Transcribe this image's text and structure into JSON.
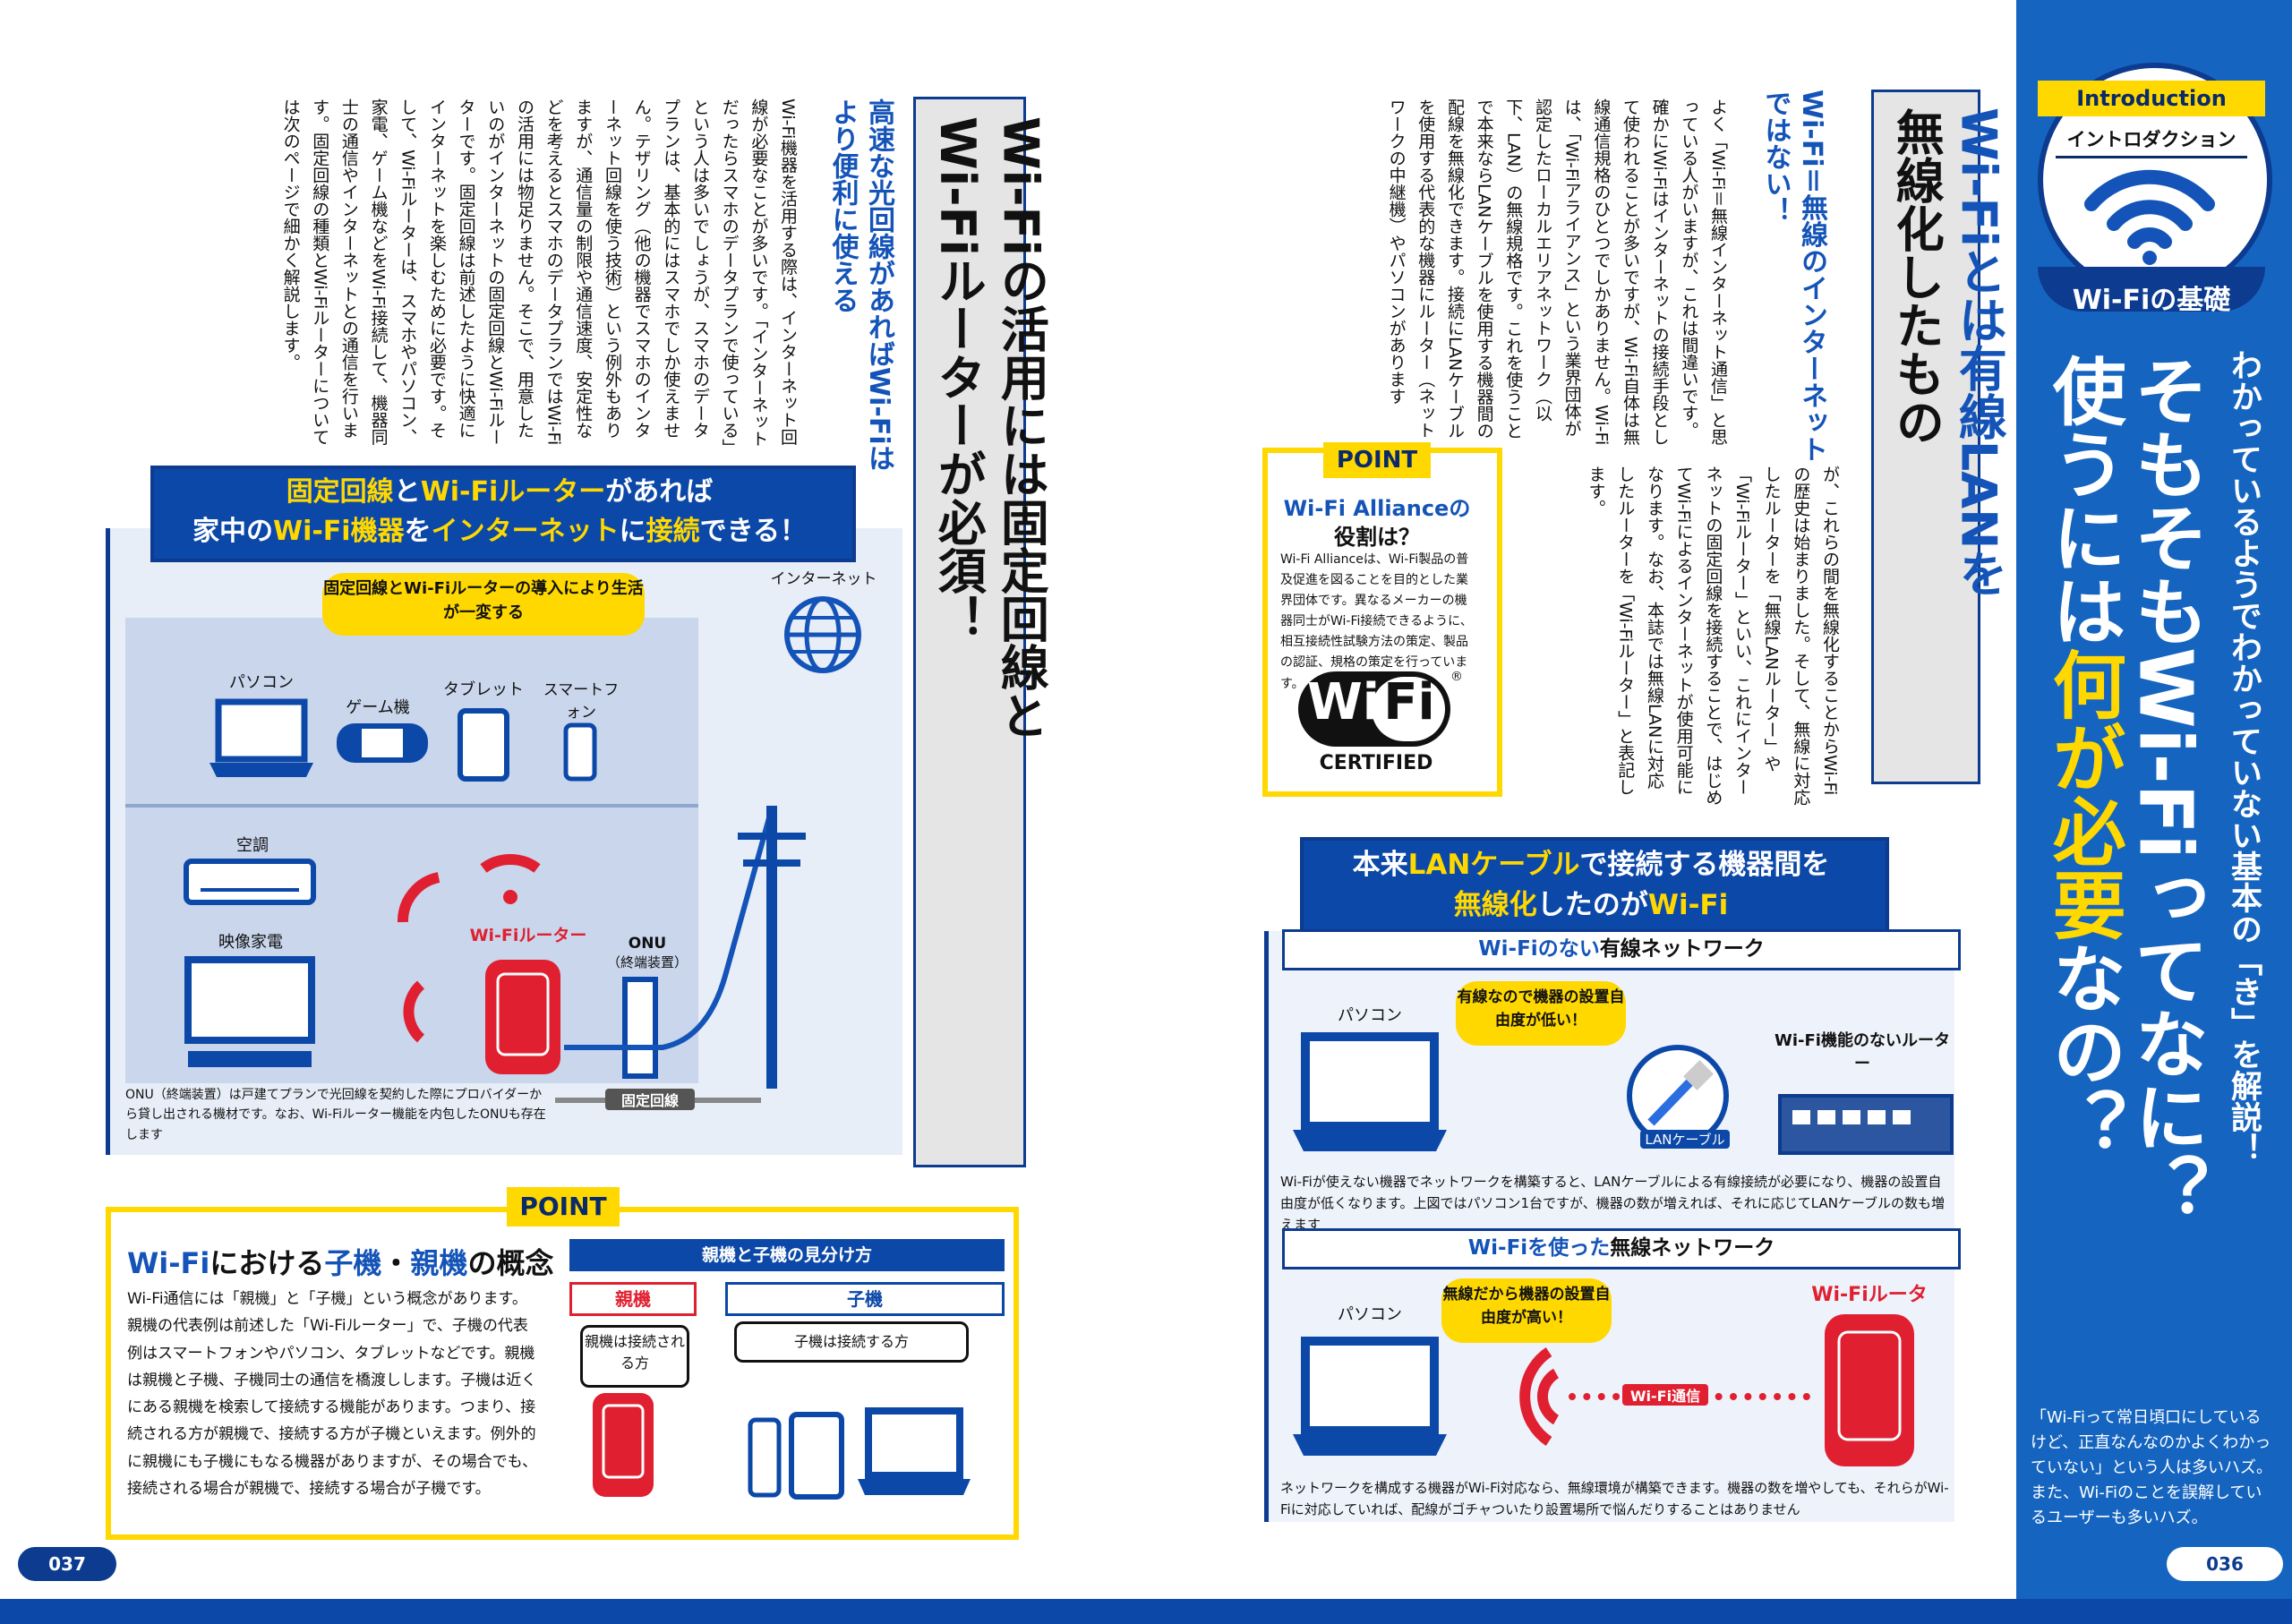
{
  "sidebar": {
    "intro_ribbon": "Introduction",
    "intro_sub": "イントロダクション",
    "badge_label": "Wi-Fiの基礎",
    "hero_sub": "わかっているようでわかっていない基本の「き」を解説！",
    "hero_line1": "そもそもWi-Fiってなに？",
    "hero_line2a": "使うには",
    "hero_line2b": "何が必要",
    "hero_line2c": "なの？",
    "note": "「Wi-Fiって常日頃口にしているけど、正直なんなのかよくわかっていない」という人は多いハズ。また、Wi-Fiのことを誤解しているユーザーも多いハズ。",
    "page_number": "036"
  },
  "right_page": {
    "heading_a": "Wi-Fiとは",
    "heading_b": "有線LANを",
    "heading_c": "無線化したもの",
    "sub_heading": "Wi-Fi＝無線のインターネットではない！",
    "body1": "よく「Wi-Fi＝無線インターネット通信」と思っている人がいますが、これは間違いです。確かにWi-Fiはインターネットの接続手段として使われることが多いですが、Wi-Fi自体は無線通信規格のひとつでしかありません。Wi-Fiは、「Wi-Fiアライアンス」という業界団体が認定したローカルエリアネットワーク（以下、LAN）の無線規格です。これを使うことで本来ならLANケーブルを使用する機器間の配線を無線化できます。接続にLANケーブルを使用する代表的な機器にルーター（ネットワークの中継機）やパソコンがあります",
    "body2": "が、これらの間を無線化することからWi-Fiの歴史は始まりました。そして、無線に対応したルーターを「無線LANルーター」や「Wi-Fiルーター」といい、これにインターネットの固定回線を接続することで、はじめてWi-Fiによるインターネットが使用可能になります。なお、本誌では無線LANに対応したルーターを「Wi-Fiルーター」と表記します。",
    "point": {
      "tag": "POINT",
      "title_a": "Wi-Fi Allianceの",
      "title_b": "役割は？",
      "text": "Wi-Fi Allianceは、Wi-Fi製品の普及促進を図ることを目的とした業界団体です。異なるメーカーの機器同士がWi-Fi接続できるように、相互接続性試験方法の策定、製品の認証、規格の策定を行っています。",
      "logo_wi": "Wi",
      "logo_fi": "Fi",
      "logo_reg": "®",
      "logo_certified": "CERTIFIED"
    },
    "diagram": {
      "head_line1a": "本来",
      "head_line1b": "LANケーブル",
      "head_line1c": "で接続する機器間を",
      "head_line2a": "無線化",
      "head_line2b": "したのが",
      "head_line2c": "Wi-Fi",
      "wired_title_a": "Wi-Fiのない",
      "wired_title_b": "有線ネットワーク",
      "pc_label": "パソコン",
      "wired_bubble": "有線なので機器の設置自由度が低い！",
      "router_label": "Wi-Fi機能のないルーター",
      "lan_label": "LANケーブル",
      "wired_caption": "Wi-Fiが使えない機器でネットワークを構築すると、LANケーブルによる有線接続が必要になり、機器の設置自由度が低くなります。上図ではパソコン1台ですが、機器の数が増えれば、それに応じてLANケーブルの数も増えます",
      "wireless_title_a": "Wi-Fiを使った",
      "wireless_title_b": "無線ネットワーク",
      "pc_label2": "パソコン",
      "wireless_bubble": "無線だから機器の設置自由度が高い！",
      "wifi_router_label": "Wi-Fiルーター",
      "wifi_signal_label": "Wi-Fi通信",
      "wireless_caption": "ネットワークを構成する機器がWi-Fi対応なら、無線環境が構築できます。機器の数を増やしても、それらがWi-Fiに対応していれば、配線がゴチャついたり設置場所で悩んだりすることはありません"
    }
  },
  "left_page": {
    "heading_a": "Wi-Fiの活用には固定回線と",
    "heading_b": "Wi-Fiルーターが必須！",
    "sub_heading": "高速な光回線があればWi-Fiはより便利に使える",
    "body": "Wi-Fi機器を活用する際は、インターネット回線が必要なことが多いです。「インターネットだったらスマホのデータプランで使っている」という人は多いでしょうが、スマホのデータプランは、基本的にはスマホでしか使えません。テザリング（他の機器でスマホのインターネット回線を使う技術）という例外もありますが、通信量の制限や通信速度、安定性などを考えるとスマホのデータプランではWi-Fiの活用には物足りません。そこで、用意したいのがインターネットの固定回線とWi-Fiルーターです。固定回線は前述したように快適にインターネットを楽しむために必要です。そして、Wi-Fiルーターは、スマホやパソコン、家電、ゲーム機などをWi-Fi接続して、機器同士の通信やインターネットとの通信を行います。固定回線の種類とWi-Fiルーターについては次のページで細かく解説します。",
    "diagram": {
      "head_line1a": "固定回線",
      "head_line1b": "と",
      "head_line1c": "Wi-Fiルーター",
      "head_line1d": "があれば",
      "head_line2a": "家中の",
      "head_line2b": "Wi-Fi機器",
      "head_line2c": "を",
      "head_line2d": "インターネット",
      "head_line2e": "に",
      "head_line2f": "接続",
      "head_line2g": "できる！",
      "bubble": "固定回線とWi-Fiルーターの導入により生活が一変する",
      "internet_label": "インターネット",
      "pc": "パソコン",
      "game": "ゲーム機",
      "tablet": "タブレット",
      "phone": "スマートフォン",
      "aircon": "空調",
      "tv": "映像家電",
      "router": "Wi-Fiルーター",
      "onu": "ONU",
      "onu_sub": "（終端装置）",
      "line_label": "固定回線",
      "caption": "ONU（終端装置）は戸建てプランで光回線を契約した際にプロバイダーから貸し出される機材です。なお、Wi-Fiルーター機能を内包したONUも存在します"
    },
    "point": {
      "tag": "POINT",
      "title_a": "Wi-Fi",
      "title_b": "における",
      "title_c": "子機",
      "title_d": "・",
      "title_e": "親機",
      "title_f": "の概念",
      "text": "Wi-Fi通信には「親機」と「子機」という概念があります。親機の代表例は前述した「Wi-Fiルーター」で、子機の代表例はスマートフォンやパソコン、タブレットなどです。親機は親機と子機、子機同士の通信を橋渡しします。子機は近くにある親機を検索して接続する機能があります。つまり、接続される方が親機で、接続する方が子機といえます。例外的に親機にも子機にもなる機器がありますが、その場合でも、接続される場合が親機で、接続する場合が子機です。",
      "table_title": "親機と子機の見分け方",
      "parent": "親機",
      "child": "子機",
      "parent_bubble": "親機は接続される方",
      "child_bubble": "子機は接続する方"
    },
    "page_number": "037"
  }
}
